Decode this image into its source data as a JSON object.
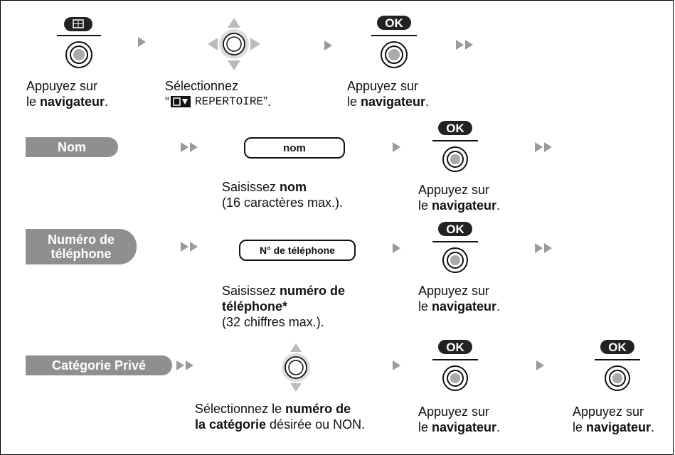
{
  "steps": {
    "press1": {
      "line1": "Appuyez sur",
      "line2_pre": "le ",
      "line2_bold": "navigateur",
      "line2_post": "."
    },
    "select": {
      "line1": "Sélectionnez",
      "quote_open": "“",
      "item": "REPERTOIRE",
      "quote_close": "”."
    },
    "press2": {
      "line1": "Appuyez sur",
      "line2_pre": "le ",
      "line2_bold": "navigateur",
      "line2_post": "."
    }
  },
  "buttons": {
    "ok_label": "OK"
  },
  "rows": {
    "name": {
      "label": "Nom",
      "input": "nom",
      "desc_pre": "Saisissez ",
      "desc_bold": "nom",
      "desc_line2": "(16 caractères max.).",
      "press_line1": "Appuyez sur",
      "press_pre": "le ",
      "press_bold": "navigateur",
      "press_post": "."
    },
    "phone": {
      "label_line1": "Numéro de",
      "label_line2": "téléphone",
      "input": "N° de téléphone",
      "desc_pre": "Saisissez ",
      "desc_bold1": "numéro de",
      "desc_bold2": "téléphone*",
      "desc_line3": "(32 chiffres max.).",
      "press_line1": "Appuyez sur",
      "press_pre": "le ",
      "press_bold": "navigateur",
      "press_post": "."
    },
    "category": {
      "label": "Catégorie Privé",
      "desc_pre": "Sélectionnez le ",
      "desc_bold1": "numéro de",
      "desc_bold2": "la catégorie",
      "desc_post": " désirée ou NON.",
      "press1_line1": "Appuyez sur",
      "press1_pre": "le ",
      "press1_bold": "navigateur",
      "press1_post": ".",
      "press2_line1": "Appuyez sur",
      "press2_pre": "le ",
      "press2_bold": "navigateur",
      "press2_post": "."
    }
  },
  "colors": {
    "pill": "#8f8f8f",
    "arrow": "#9a9a9a",
    "key": "#222222"
  }
}
